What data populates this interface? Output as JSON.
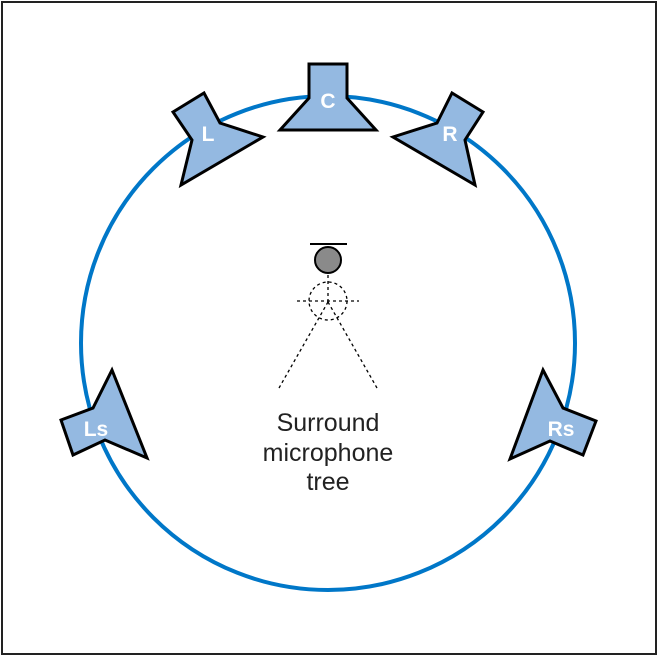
{
  "speakers": {
    "left": "L",
    "center": "C",
    "right": "R",
    "left_surround": "Ls",
    "right_surround": "Rs"
  },
  "caption": [
    "Surround",
    "microphone",
    "tree"
  ],
  "colors": {
    "circle": "#0077c8",
    "speaker_fill": "#94b9e1",
    "mic": "#8a8a8a"
  }
}
